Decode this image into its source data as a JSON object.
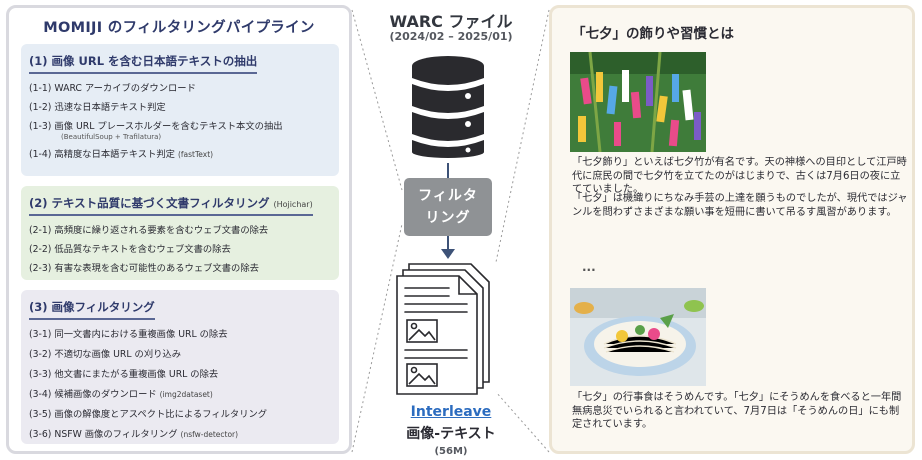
{
  "left_panel": {
    "title": "MOMIJI のフィルタリングパイプライン",
    "stage1": {
      "title": "(1) 画像 URL を含む日本語テキストの抽出",
      "steps": [
        {
          "label": "(1-1) WARC アーカイブのダウンロード"
        },
        {
          "label": "(1-2) 迅速な日本語テキスト判定"
        },
        {
          "label": "(1-3) 画像 URL プレースホルダーを含むテキスト本文の抽出",
          "subnote": "(BeautifulSoup + Trafilatura)"
        },
        {
          "label": "(1-4) 高精度な日本語テキスト判定",
          "note": "(fastText)"
        }
      ]
    },
    "stage2": {
      "title": "(2) テキスト品質に基づく文書フィルタリング",
      "note": "(Hojichar)",
      "steps": [
        {
          "label": "(2-1) 高頻度に繰り返される要素を含むウェブ文書の除去"
        },
        {
          "label": "(2-2) 低品質なテキストを含むウェブ文書の除去"
        },
        {
          "label": "(2-3) 有害な表現を含む可能性のあるウェブ文書の除去"
        }
      ]
    },
    "stage3": {
      "title": "(3) 画像フィルタリング",
      "steps": [
        {
          "label": "(3-1) 同一文書内における重複画像 URL の除去"
        },
        {
          "label": "(3-2) 不適切な画像 URL の刈り込み"
        },
        {
          "label": "(3-3) 他文書にまたがる重複画像 URL の除去"
        },
        {
          "label": "(3-4) 候補画像のダウンロード",
          "note": "(img2dataset)"
        },
        {
          "label": "(3-5) 画像の解像度とアスペクト比によるフィルタリング"
        },
        {
          "label": "(3-6) NSFW 画像のフィルタリング",
          "note": "(nsfw-detector)"
        }
      ]
    }
  },
  "flow": {
    "source_title": "WARC ファイル",
    "source_period": "(2024/02 – 2025/01)",
    "filter_line1": "フィルタ",
    "filter_line2": "リング",
    "output_label1": "Interleave",
    "output_label2": "画像-テキスト",
    "output_count": "(56M)",
    "icons": [
      "database-icon",
      "documents-icon",
      "image-placeholder-icon"
    ]
  },
  "example": {
    "title": "「七夕」の飾りや習慣とは",
    "paragraph1": "「七夕飾り」といえば七夕竹が有名です。天の神様への目印として江戸時代に庶民の間で七夕竹を立てたのがはじまりで、古くは7月6日の夜に立てていました。",
    "paragraph2": "「七夕」は機織りにちなみ手芸の上達を願うものでしたが、現代ではジャンルを問わずさまざまな願い事を短冊に書いて吊るす風習があります。",
    "ellipsis": "...",
    "paragraph3": "「七夕」の行事食はそうめんです。「七夕」にそうめんを食べると一年間無病息災でいられると言われていて、7月7日は「そうめんの日」にも制定されています。"
  },
  "colors": {
    "stage1_bg": "#e6edf5",
    "stage2_bg": "#e6f0e0",
    "stage3_bg": "#ebeaf1",
    "heading_navy": "#2f3a6b",
    "filter_box": "#8f9295",
    "arrow": "#3d5277",
    "interleave_blue": "#2c6cbf"
  }
}
